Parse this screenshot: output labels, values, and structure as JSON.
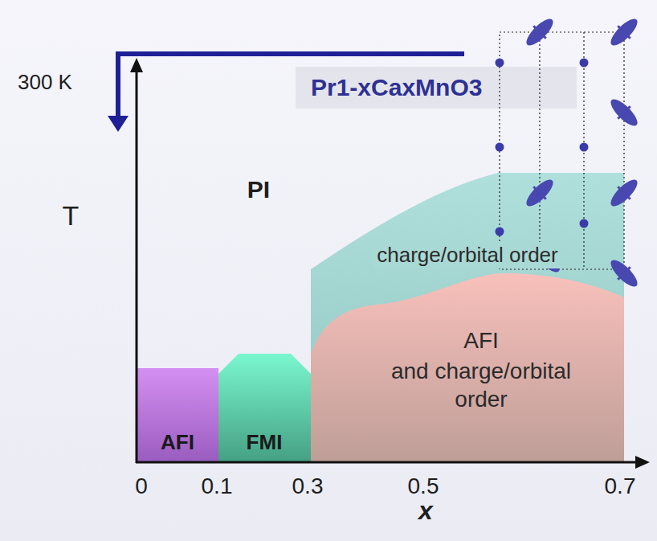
{
  "diagram": {
    "title": "Pr1-xCaxMnO3",
    "nodes": [
      {
        "text": [
          "charge/orbital order"
        ]
      },
      {
        "text": [
          "AFI"
        ]
      },
      {
        "text": [
          "FMI"
        ]
      },
      {
        "text": [
          "AFI",
          "and charge/orbital order"
        ]
      }
    ],
    "labels": [
      "300 K",
      "T",
      "PI",
      "0",
      "0.1",
      "0.3",
      "0.5",
      "0.7",
      "x"
    ]
  }
}
